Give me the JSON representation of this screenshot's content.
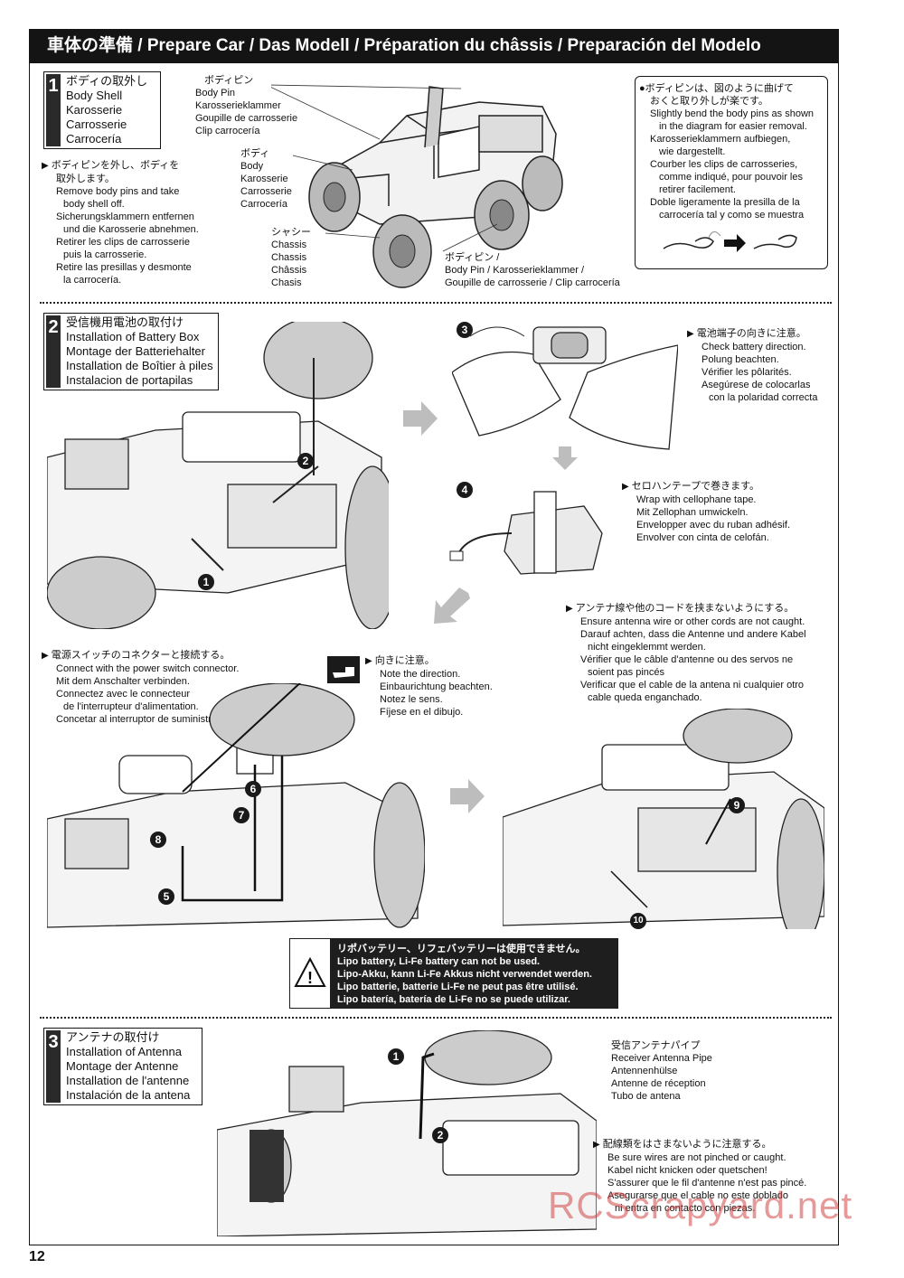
{
  "header": {
    "title": "車体の準備 / Prepare Car / Das Modell / Préparation du châssis / Preparación del Modelo"
  },
  "step1": {
    "number": "1",
    "lines": [
      "ボディの取外し",
      "Body Shell",
      "Karosserie",
      "Carrosserie",
      "Carrocería"
    ],
    "note": [
      "ボディピンを外し、ボディを",
      "取外します。",
      "Remove body pins and take",
      "body shell off.",
      "Sicherungsklammern entfernen",
      "und die Karosserie abnehmen.",
      "Retirer les clips de carrosserie",
      "puis la carrosserie.",
      "Retire las presillas y desmonte",
      "la carrocería."
    ],
    "label_body_pin": [
      "ボディピン",
      "Body Pin",
      "Karosserieklammer",
      "Goupille de carrosserie",
      "Clip carrocería"
    ],
    "label_body": [
      "ボディ",
      "Body",
      "Karosserie",
      "Carrosserie",
      "Carrocería"
    ],
    "label_chassis": [
      "シャシー",
      "Chassis",
      "Chassis",
      "Châssis",
      "Chasis"
    ],
    "label_body_pin2": [
      "ボディピン /",
      "Body Pin / Karosserieklammer /",
      "Goupille de carrosserie / Clip carrocería"
    ],
    "tip": [
      "ボディピンは、図のように曲げて",
      "おくと取り外しが楽です。",
      "Slightly bend the body pins as shown",
      "in the diagram for easier removal.",
      "Karosserieklammern aufbiegen,",
      "wie dargestellt.",
      "Courber les clips de carrosseries,",
      "comme indiqué, pour pouvoir les",
      "retirer facilement.",
      "Doble ligeramente la presilla de la",
      "carrocería tal y como se muestra"
    ]
  },
  "step2": {
    "number": "2",
    "lines": [
      "受信機用電池の取付け",
      "Installation of Battery Box",
      "Montage der Batteriehalter",
      "Installation de Boîtier à piles",
      "Instalacion de portapilas"
    ],
    "note_battery_dir": [
      "電池端子の向きに注意。",
      "Check battery direction.",
      "Polung beachten.",
      "Vérifier les pôlarités.",
      "Asegúrese de colocarlas",
      "con la polaridad correcta"
    ],
    "note_tape": [
      "セロハンテープで巻きます。",
      "Wrap with cellophane tape.",
      "Mit Zellophan umwickeln.",
      "Envelopper avec du ruban adhésif.",
      "Envolver con cinta de celofán."
    ],
    "note_antenna": [
      "アンテナ線や他のコードを挟まないようにする。",
      "Ensure antenna wire or other cords are not caught.",
      "Darauf achten, dass die Antenne und andere Kabel",
      "nicht eingeklemmt werden.",
      "Vérifier que le câble d'antenne ou des servos ne",
      "soient pas pincés",
      "Verificar que el cable de la antena ni cualquier otro",
      "cable queda enganchado."
    ],
    "note_switch": [
      "電源スイッチのコネクターと接続する。",
      "Connect with the power switch connector.",
      "Mit dem Anschalter verbinden.",
      "Connectez avec le connecteur",
      "de l'interrupteur d'alimentation.",
      "Concetar al interruptor de suministro."
    ],
    "note_direction": [
      "向きに注意。",
      "Note the direction.",
      "Einbaurichtung beachten.",
      "Notez le sens.",
      "Fíjese en el dibujo."
    ],
    "warning": [
      "リポバッテリー、リフェバッテリーは使用できません。",
      "Lipo battery, Li-Fe battery can not be used.",
      "Lipo-Akku, kann Li-Fe Akkus nicht verwendet werden.",
      "Lipo batterie, batterie Li-Fe ne peut pas être utilisé.",
      "Lipo batería, batería de Li-Fe no se puede utilizar."
    ],
    "callouts": [
      "1",
      "2",
      "3",
      "4",
      "5",
      "6",
      "7",
      "8",
      "9",
      "10"
    ]
  },
  "step3": {
    "number": "3",
    "lines": [
      "アンテナの取付け",
      "Installation of Antenna",
      "Montage der Antenne",
      "Installation de l'antenne",
      "Instalación de la antena"
    ],
    "label_pipe": [
      "受信アンテナパイプ",
      "Receiver Antenna Pipe",
      "Antennenhülse",
      "Antenne de réception",
      "Tubo de antena"
    ],
    "note_wires": [
      "配線類をはさまないように注意する。",
      "Be sure wires are not pinched or caught.",
      "Kabel nicht knicken oder quetschen!",
      "S'assurer que le fil d'antenne n'est pas pincé.",
      "Asegurarse que el cable no este doblado",
      "ni entra en contacto con piezas."
    ],
    "callouts": [
      "1",
      "2"
    ]
  },
  "page_number": "12",
  "watermark": "RCScrapyard.net"
}
